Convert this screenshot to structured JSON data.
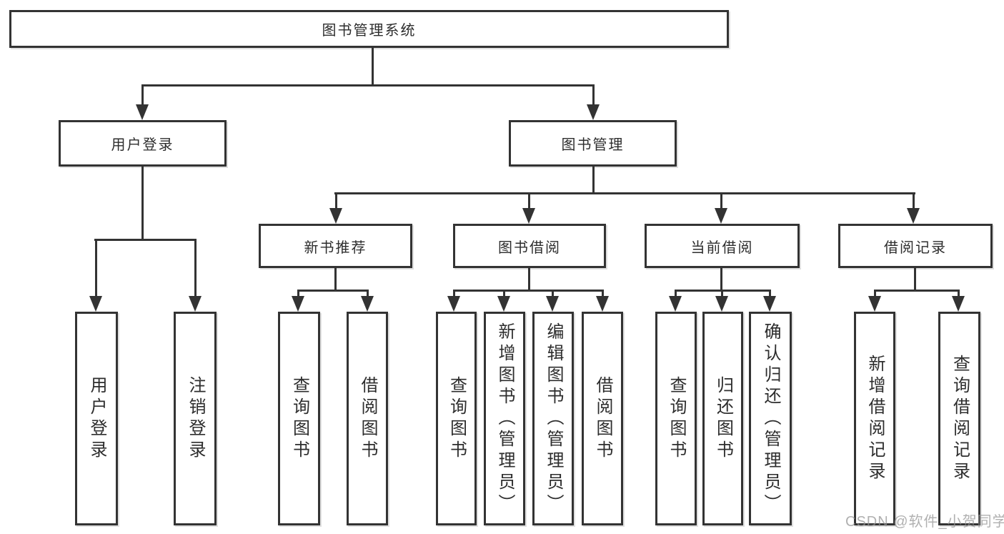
{
  "diagram": {
    "type": "tree",
    "colors": {
      "line": "#333333",
      "text": "#2d2d2d",
      "background": "#ffffff",
      "watermark": "#969696"
    },
    "watermark": "CSDN @软件_小贺同学",
    "tree": {
      "root": {
        "label": "图书管理系统",
        "children": [
          {
            "label": "用户登录",
            "children": [
              {
                "label": "用户登录"
              },
              {
                "label": "注销登录"
              }
            ]
          },
          {
            "label": "图书管理",
            "children": [
              {
                "label": "新书推荐",
                "children": [
                  {
                    "label": "查询图书"
                  },
                  {
                    "label": "借阅图书"
                  }
                ]
              },
              {
                "label": "图书借阅",
                "children": [
                  {
                    "label": "查询图书"
                  },
                  {
                    "label": "新增图书（管理员）"
                  },
                  {
                    "label": "编辑图书（管理员）"
                  },
                  {
                    "label": "借阅图书"
                  }
                ]
              },
              {
                "label": "当前借阅",
                "children": [
                  {
                    "label": "查询图书"
                  },
                  {
                    "label": "归还图书"
                  },
                  {
                    "label": "确认归还（管理员）"
                  }
                ]
              },
              {
                "label": "借阅记录",
                "children": [
                  {
                    "label": "新增借阅记录"
                  },
                  {
                    "label": "查询借阅记录"
                  }
                ]
              }
            ]
          }
        ]
      }
    }
  }
}
